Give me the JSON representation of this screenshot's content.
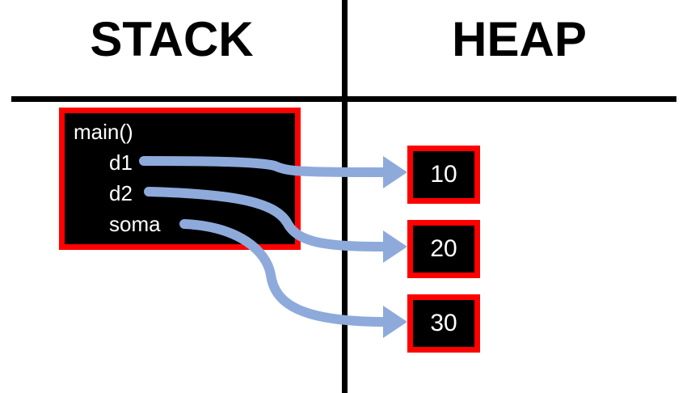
{
  "stack_heading": "STACK",
  "heap_heading": "HEAP",
  "frame": {
    "function": "main()",
    "variables": [
      "d1",
      "d2",
      "soma"
    ]
  },
  "heap": [
    "10",
    "20",
    "30"
  ],
  "colors": {
    "frame_border": "#ff0000",
    "arrow": "#8eaadb",
    "divider": "#000000"
  }
}
